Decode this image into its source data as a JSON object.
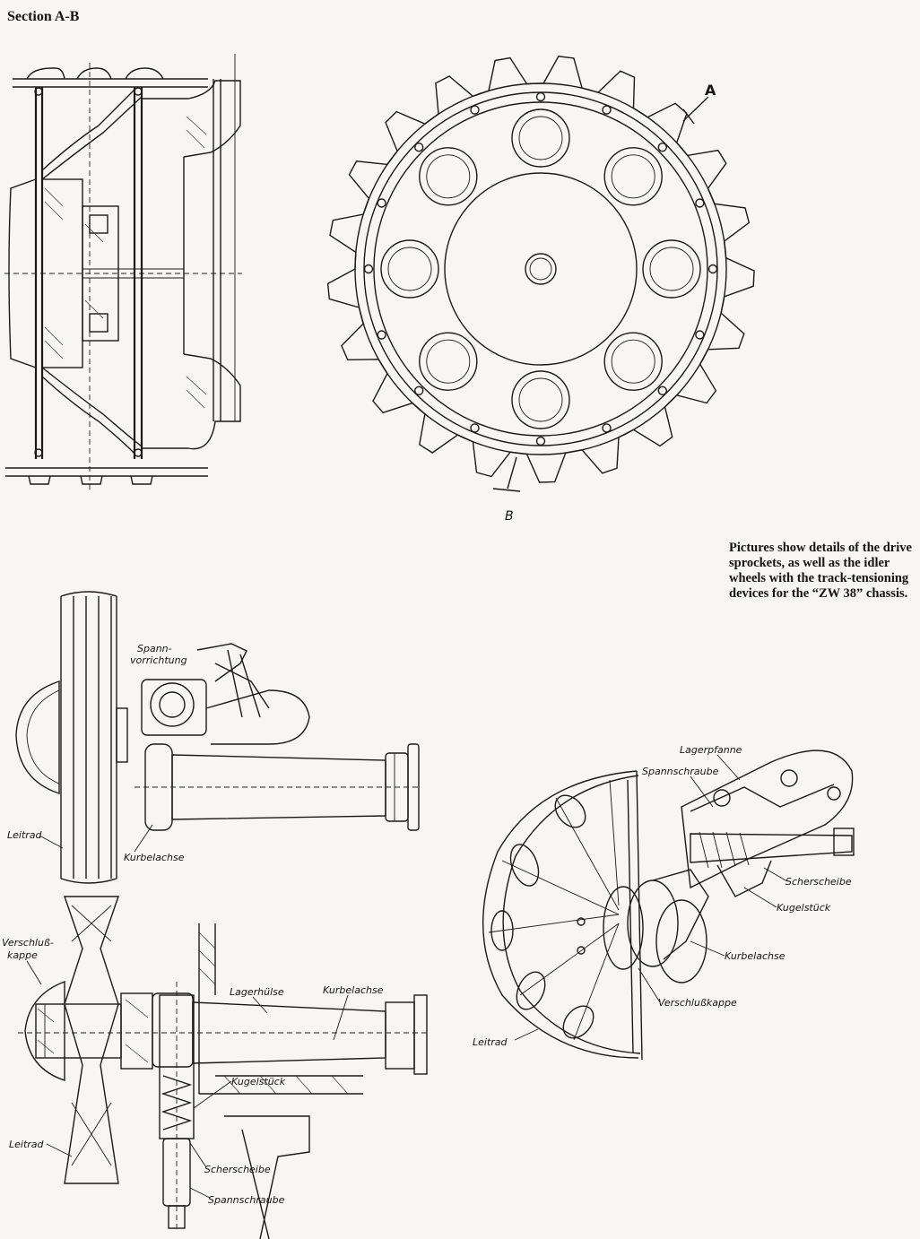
{
  "section_title": "Section A-B",
  "sprocket": {
    "mark_a": "A",
    "mark_b": "B"
  },
  "caption": "Pictures show details of the drive sprockets, as well as the idler wheels with the track-tensioning devices for the “ZW 38” chassis.",
  "idler_side_view": {
    "label_spann_line1": "Spann-",
    "label_spann_line2": "vorrichtung",
    "label_leitrad": "Leitrad",
    "label_kurbelachse": "Kurbelachse"
  },
  "idler_section": {
    "label_verschluss_line1": "Verschluß-",
    "label_verschluss_line2": "kappe",
    "label_lagerhuelse": "Lagerhülse",
    "label_kurbelachse": "Kurbelachse",
    "label_kugelstueck": "Kugelstück",
    "label_leitrad": "Leitrad",
    "label_scherscheibe": "Scherscheibe",
    "label_spannschraube": "Spannschraube"
  },
  "idler_perspective": {
    "label_lagerpfanne": "Lagerpfanne",
    "label_spannschraube": "Spannschraube",
    "label_scherscheibe": "Scherscheibe",
    "label_kugelstueck": "Kugelstück",
    "label_kurbelachse": "Kurbelachse",
    "label_verschlusskappe": "Verschlußkappe",
    "label_leitrad": "Leitrad"
  }
}
